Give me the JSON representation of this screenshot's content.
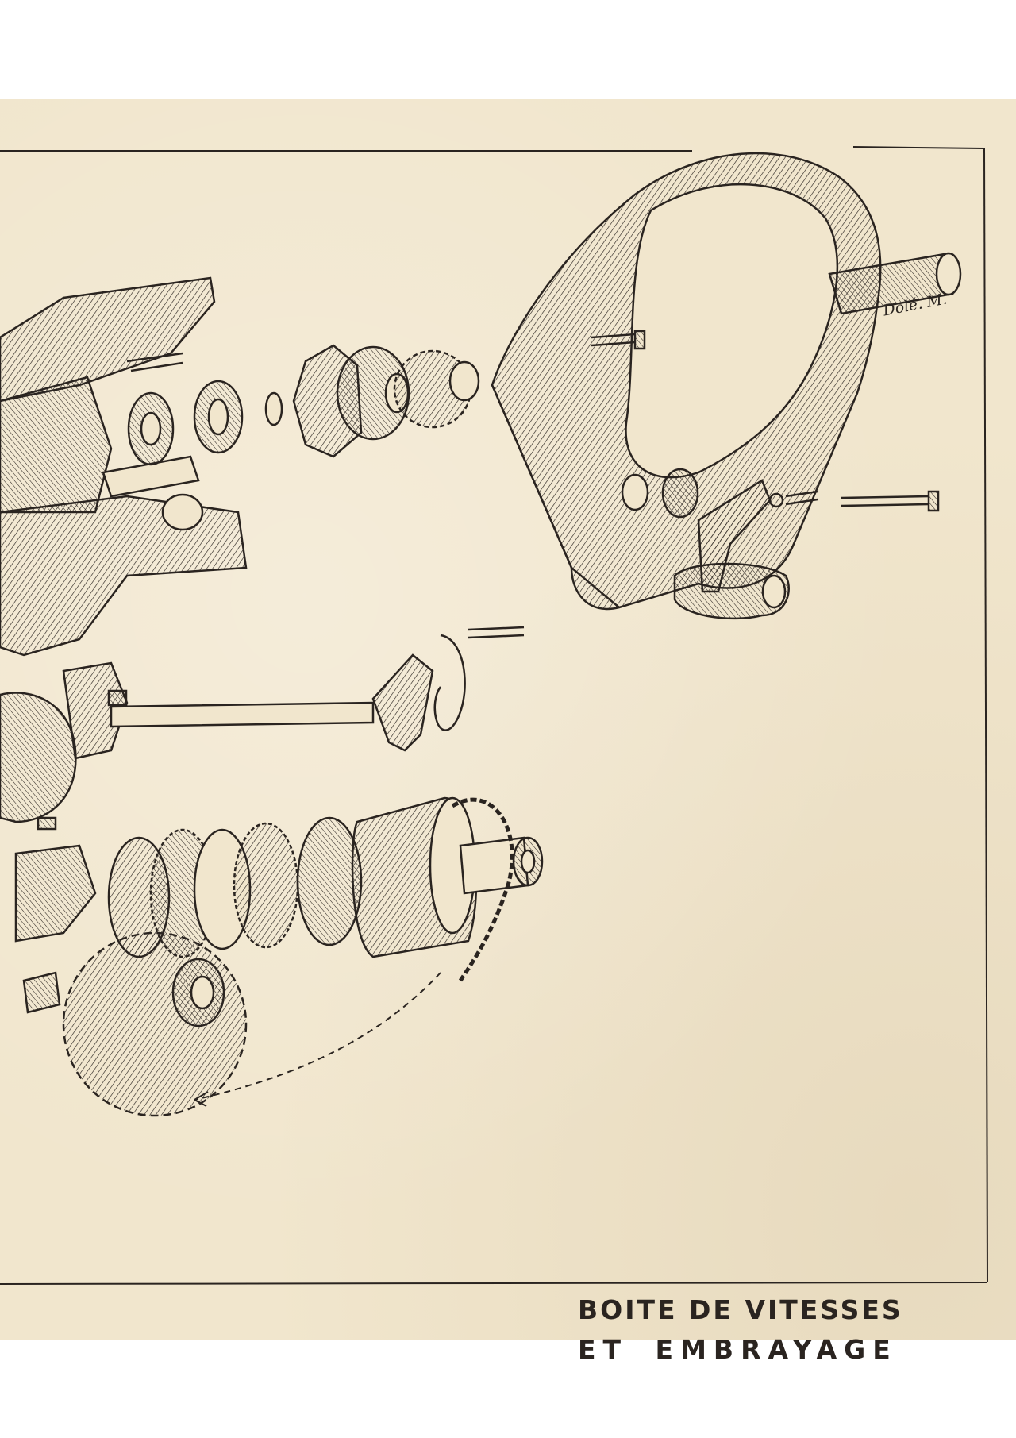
{
  "caption": {
    "line1": "BOITE DE VITESSES",
    "line2": "ET EMBRAYAGE"
  },
  "signature": "Dolé. M.",
  "colors": {
    "paper": "#f1e6cd",
    "ink": "#2a2420",
    "background": "#ffffff"
  },
  "illustration": {
    "icon": "exploded-gearbox-clutch-drawing"
  }
}
